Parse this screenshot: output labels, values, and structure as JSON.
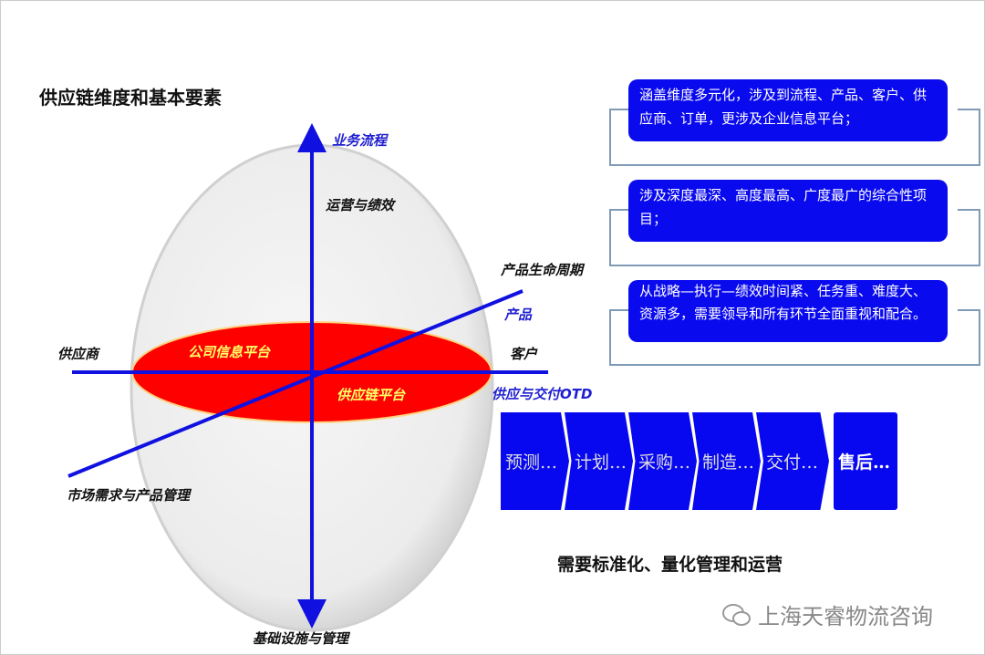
{
  "title": "供应链维度和基本要素",
  "axes": {
    "top": "业务流程",
    "upper": "运营与绩效",
    "bottom": "基础设施与管理",
    "left": "供应商",
    "right": "客户",
    "right_sub": "供应与交付OTD",
    "diag_top": "产品生命周期",
    "diag_top_sub": "产品",
    "diag_bottom": "市场需求与产品管理"
  },
  "platform": {
    "upper": "公司信息平台",
    "lower": "供应链平台"
  },
  "notes": [
    "涵盖维度多元化，涉及到流程、产品、客户、供应商、订单，更涉及企业信息平台；",
    "涉及深度最深、高度最高、广度最广的综合性项目；",
    "从战略—执行—绩效时间紧、任务重、难度大、资源多，需要领导和所有环节全面重视和配合。"
  ],
  "process": [
    "预测…",
    "计划…",
    "采购…",
    "制造…",
    "交付…",
    "售后…"
  ],
  "caption": "需要标准化、量化管理和运营",
  "watermark": "上海天睿物流咨询",
  "colors": {
    "blue": "#0808f0",
    "red": "#ff0000",
    "yellow": "#ffff66"
  }
}
